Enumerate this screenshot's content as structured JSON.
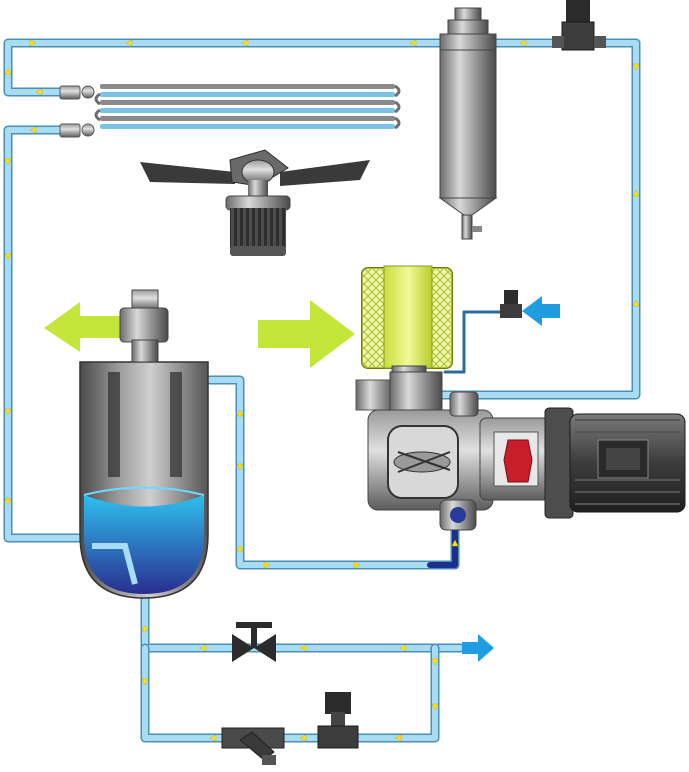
{
  "diagram": {
    "kind": "compressor-flow-schematic",
    "colors": {
      "pipe": "#7ec8ec",
      "pipe_edge": "#4a8fb5",
      "oil_pipe": "#1c2f8a",
      "flow_arrow": "#ffe600",
      "big_arrow": "#c4e53a",
      "inlet_arrow": "#1e9ee0",
      "filter_yellow": "#e3f26a",
      "metal_dark": "#5a5a5a",
      "metal_light": "#c9c9c9",
      "oil_top": "#27b6ea",
      "oil_bottom": "#2a2d8f",
      "coupling_red": "#c81e2c"
    },
    "components": [
      "air-oil-cooler",
      "cooling-fan",
      "fan-motor",
      "oil-filter",
      "solenoid-valve-top",
      "intake-air-filter",
      "intake-solenoid-valve",
      "compressor-airend",
      "drive-motor",
      "coupling",
      "oil-separator-tank",
      "minimum-pressure-valve",
      "manual-valve",
      "strainer",
      "drain-solenoid-valve"
    ]
  }
}
